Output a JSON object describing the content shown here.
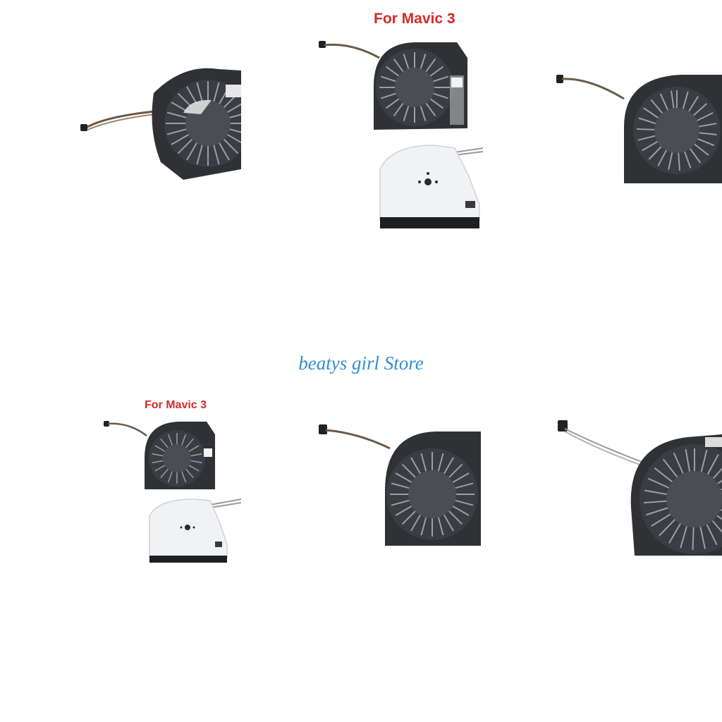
{
  "gallery": {
    "caption_top": "For Mavic 3",
    "caption_bottom": "For Mavic 3",
    "watermark": "beatys girl Store"
  },
  "palette": {
    "fan_body": "#2f3135",
    "fan_ring": "#3a3d42",
    "blade": "#8f939a",
    "hub": "#4a4d53",
    "label_sticker": "#e6e6e6",
    "plate": "#f1f2f4",
    "caption_red": "#d42a2a",
    "watermark_blue": "#2f8fd0"
  },
  "icons": [
    "fan-icon",
    "cooling-fan-icon"
  ]
}
